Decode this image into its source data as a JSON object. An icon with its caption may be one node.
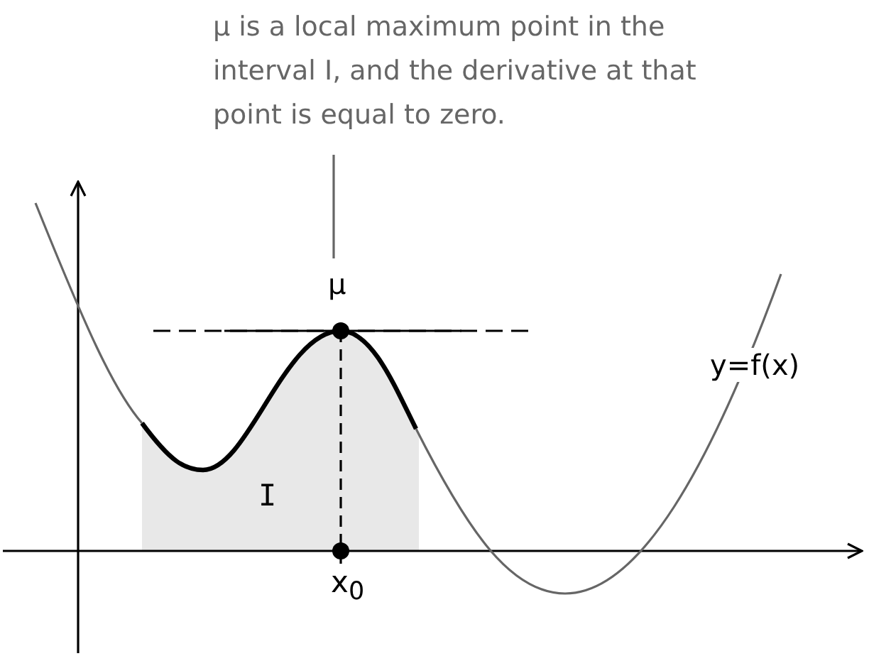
{
  "diagram": {
    "nodes": [
      {
        "text": [
          "μ is a local maximum point in the interval I, and the derivative at that point is equal to zero."
        ]
      },
      {
        "text": [
          "μ"
        ]
      }
    ],
    "edges": [
      {
        "from": 0,
        "to": 1,
        "arrow": "none"
      }
    ],
    "labels": [
      "y=f(x)",
      "I",
      "x$_{0}$"
    ]
  }
}
